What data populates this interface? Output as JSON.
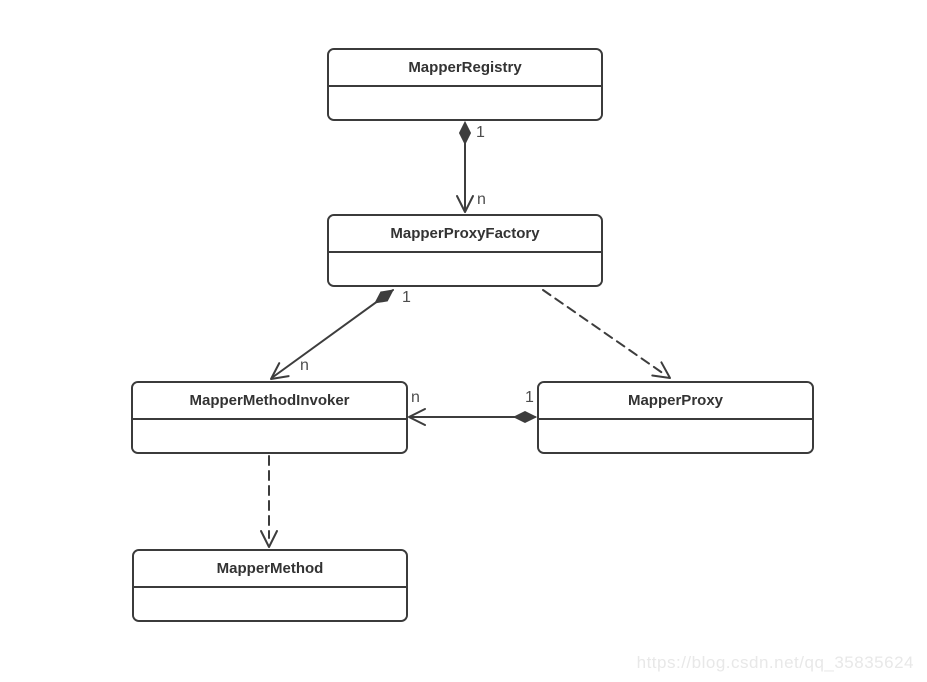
{
  "diagram": {
    "type": "uml-class-diagram",
    "classes": [
      {
        "name": "MapperRegistry"
      },
      {
        "name": "MapperProxyFactory"
      },
      {
        "name": "MapperMethodInvoker"
      },
      {
        "name": "MapperProxy"
      },
      {
        "name": "MapperMethod"
      }
    ],
    "relationships": [
      {
        "from": "MapperRegistry",
        "to": "MapperProxyFactory",
        "type": "composition",
        "line": "solid",
        "source_label": "1",
        "target_label": "n"
      },
      {
        "from": "MapperProxyFactory",
        "to": "MapperMethodInvoker",
        "type": "composition",
        "line": "solid",
        "source_label": "1",
        "target_label": "n"
      },
      {
        "from": "MapperProxyFactory",
        "to": "MapperProxy",
        "type": "dependency",
        "line": "dashed",
        "source_label": "",
        "target_label": ""
      },
      {
        "from": "MapperProxy",
        "to": "MapperMethodInvoker",
        "type": "composition",
        "line": "solid",
        "source_label": "1",
        "target_label": "n"
      },
      {
        "from": "MapperMethodInvoker",
        "to": "MapperMethod",
        "type": "dependency",
        "line": "dashed",
        "source_label": "",
        "target_label": ""
      }
    ]
  },
  "watermark": {
    "text": "https://blog.csdn.net/qq_35835624"
  },
  "colors": {
    "background": "#ffffff",
    "line": "#3d3d3d",
    "box_border": "#3b3b3b",
    "class_text": "#333333",
    "multiplicity_text": "#4d4d4d",
    "watermark_text": "#e8e8e8"
  }
}
